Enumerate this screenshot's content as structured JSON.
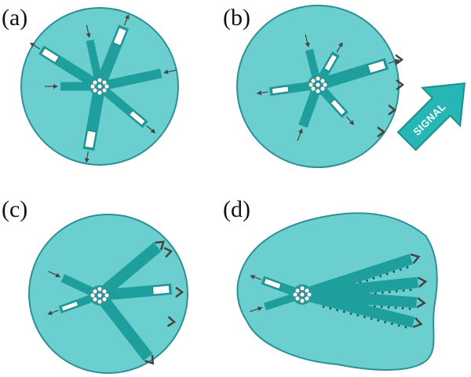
{
  "colors": {
    "cell_fill": "#6ccfcf",
    "cell_stroke": "#2e8f95",
    "filament": "#1f9e9e",
    "tip": "#ffffff",
    "arrow": "#444444",
    "signal_fill": "#27b6b6"
  },
  "panels": [
    {
      "label": "(a)"
    },
    {
      "label": "(b)"
    },
    {
      "label": "(c)"
    },
    {
      "label": "(d)"
    }
  ],
  "signal": {
    "label": "SIGNAL"
  }
}
